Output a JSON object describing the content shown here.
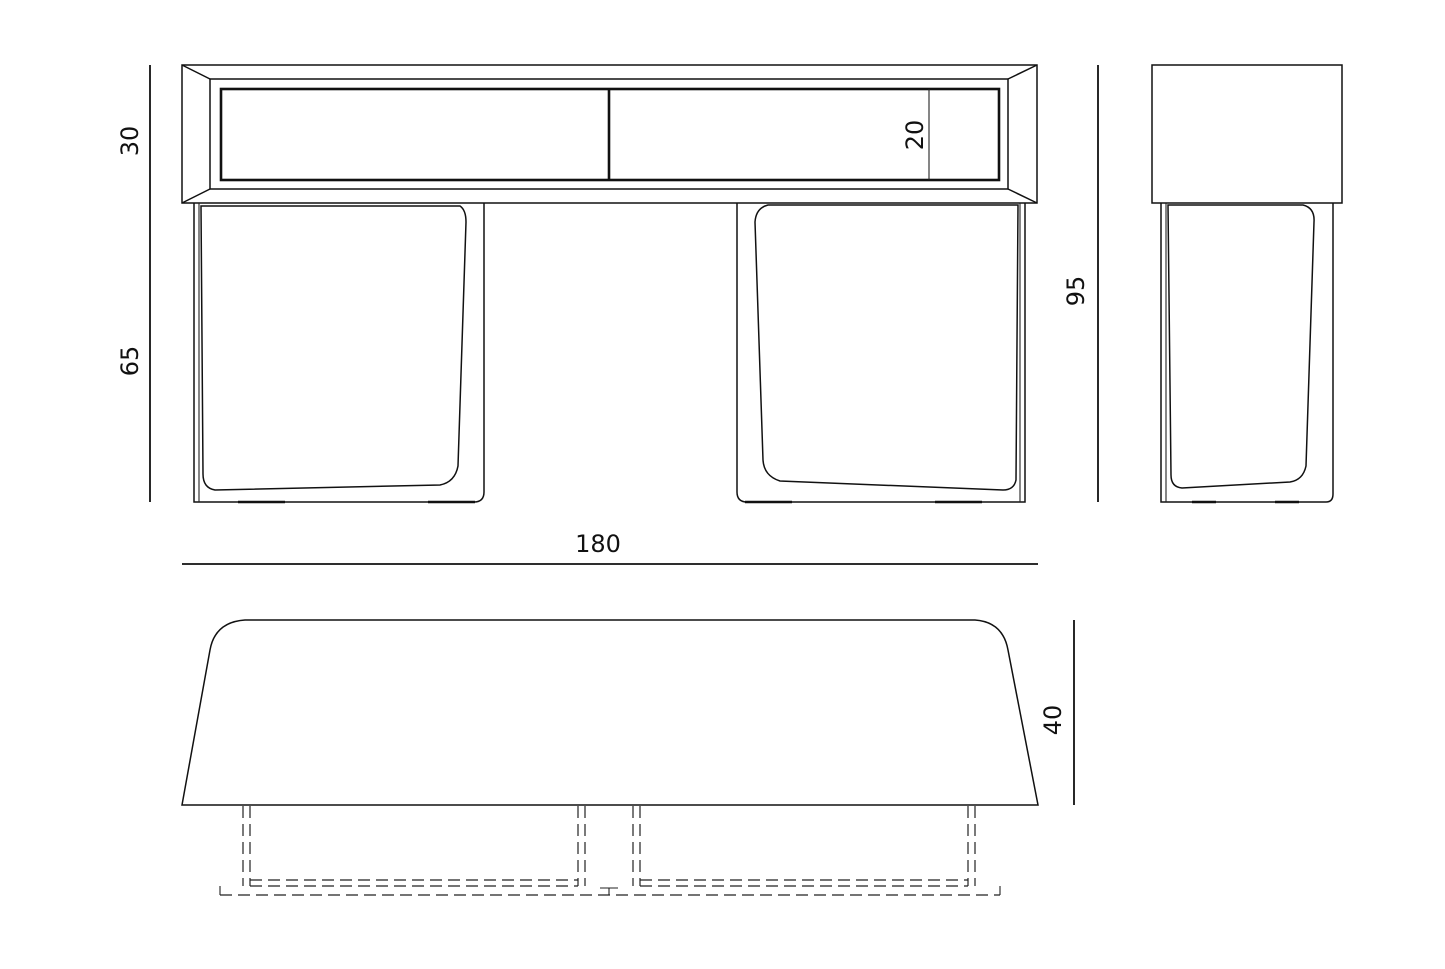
{
  "drawing": {
    "subject": "console table with two drawers",
    "views": [
      "front elevation",
      "side elevation",
      "top plan"
    ]
  },
  "dimensions": {
    "top_height": "30",
    "leg_height": "65",
    "drawer_height": "20",
    "total_height": "95",
    "total_width": "180",
    "depth": "40"
  },
  "colors": {
    "line": "#111111",
    "background": "#ffffff"
  }
}
